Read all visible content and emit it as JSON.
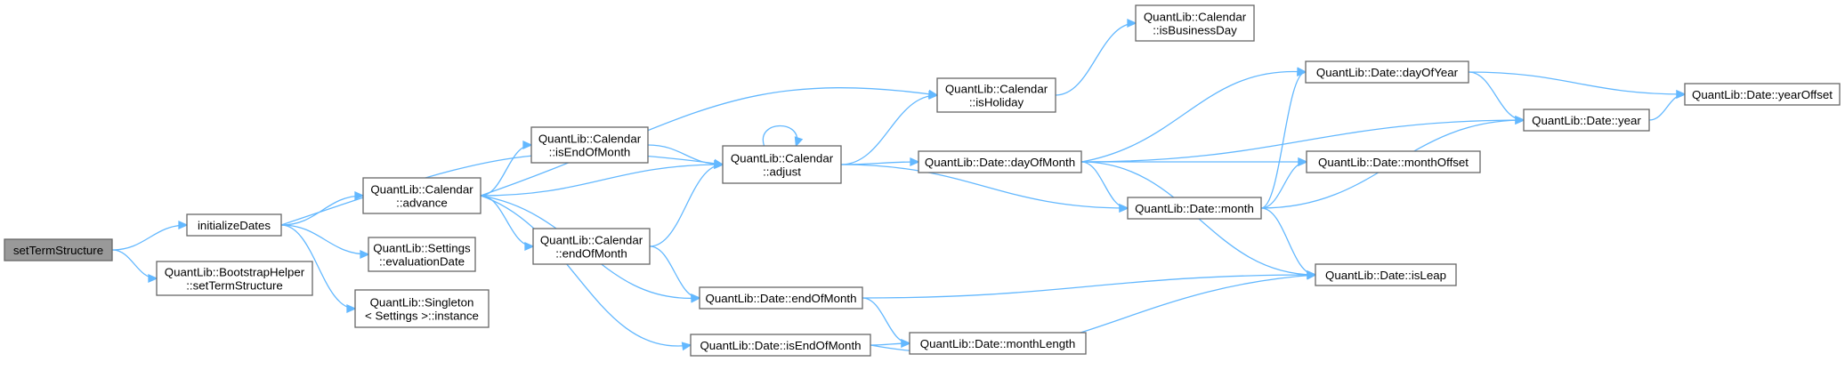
{
  "diagram": {
    "type": "call-graph",
    "nodes": [
      {
        "id": "n0",
        "lines": [
          "setTermStructure"
        ],
        "root": true
      },
      {
        "id": "n1",
        "lines": [
          "initializeDates"
        ]
      },
      {
        "id": "n2",
        "lines": [
          "QuantLib::BootstrapHelper",
          "::setTermStructure"
        ]
      },
      {
        "id": "n3",
        "lines": [
          "QuantLib::Calendar",
          "::advance"
        ]
      },
      {
        "id": "n4",
        "lines": [
          "QuantLib::Settings",
          "::evaluationDate"
        ]
      },
      {
        "id": "n5",
        "lines": [
          "QuantLib::Singleton",
          "< Settings >::instance"
        ]
      },
      {
        "id": "n6",
        "lines": [
          "QuantLib::Calendar",
          "::adjust"
        ]
      },
      {
        "id": "n7",
        "lines": [
          "QuantLib::Calendar",
          "::isHoliday"
        ]
      },
      {
        "id": "n8",
        "lines": [
          "QuantLib::Calendar",
          "::isEndOfMonth"
        ]
      },
      {
        "id": "n9",
        "lines": [
          "QuantLib::Calendar",
          "::endOfMonth"
        ]
      },
      {
        "id": "n10",
        "lines": [
          "QuantLib::Date::endOfMonth"
        ]
      },
      {
        "id": "n11",
        "lines": [
          "QuantLib::Date::isEndOfMonth"
        ]
      },
      {
        "id": "n12",
        "lines": [
          "QuantLib::Calendar",
          "::isBusinessDay"
        ]
      },
      {
        "id": "n13",
        "lines": [
          "QuantLib::Date::dayOfMonth"
        ]
      },
      {
        "id": "n14",
        "lines": [
          "QuantLib::Date::month"
        ]
      },
      {
        "id": "n15",
        "lines": [
          "QuantLib::Date::monthLength"
        ]
      },
      {
        "id": "n16",
        "lines": [
          "QuantLib::Date::dayOfYear"
        ]
      },
      {
        "id": "n17",
        "lines": [
          "QuantLib::Date::monthOffset"
        ]
      },
      {
        "id": "n18",
        "lines": [
          "QuantLib::Date::isLeap"
        ]
      },
      {
        "id": "n19",
        "lines": [
          "QuantLib::Date::year"
        ]
      },
      {
        "id": "n20",
        "lines": [
          "QuantLib::Date::yearOffset"
        ]
      }
    ],
    "edges": [
      [
        "n0",
        "n1"
      ],
      [
        "n0",
        "n2"
      ],
      [
        "n1",
        "n3"
      ],
      [
        "n1",
        "n4"
      ],
      [
        "n1",
        "n5"
      ],
      [
        "n1",
        "n6"
      ],
      [
        "n3",
        "n6"
      ],
      [
        "n3",
        "n7"
      ],
      [
        "n3",
        "n8"
      ],
      [
        "n3",
        "n9"
      ],
      [
        "n3",
        "n10"
      ],
      [
        "n3",
        "n11"
      ],
      [
        "n6",
        "n6"
      ],
      [
        "n6",
        "n7"
      ],
      [
        "n6",
        "n13"
      ],
      [
        "n6",
        "n14"
      ],
      [
        "n7",
        "n12"
      ],
      [
        "n8",
        "n6"
      ],
      [
        "n9",
        "n6"
      ],
      [
        "n9",
        "n10"
      ],
      [
        "n10",
        "n18"
      ],
      [
        "n10",
        "n15"
      ],
      [
        "n11",
        "n15"
      ],
      [
        "n11",
        "n18"
      ],
      [
        "n13",
        "n16"
      ],
      [
        "n13",
        "n19"
      ],
      [
        "n13",
        "n17"
      ],
      [
        "n13",
        "n14"
      ],
      [
        "n13",
        "n18"
      ],
      [
        "n14",
        "n16"
      ],
      [
        "n14",
        "n17"
      ],
      [
        "n14",
        "n19"
      ],
      [
        "n14",
        "n18"
      ],
      [
        "n16",
        "n19"
      ],
      [
        "n16",
        "n20"
      ],
      [
        "n19",
        "n20"
      ]
    ],
    "colors": {
      "edge": "#63b8ff",
      "node_border": "#666666",
      "node_fill": "#ffffff",
      "root_fill": "#999999"
    }
  }
}
